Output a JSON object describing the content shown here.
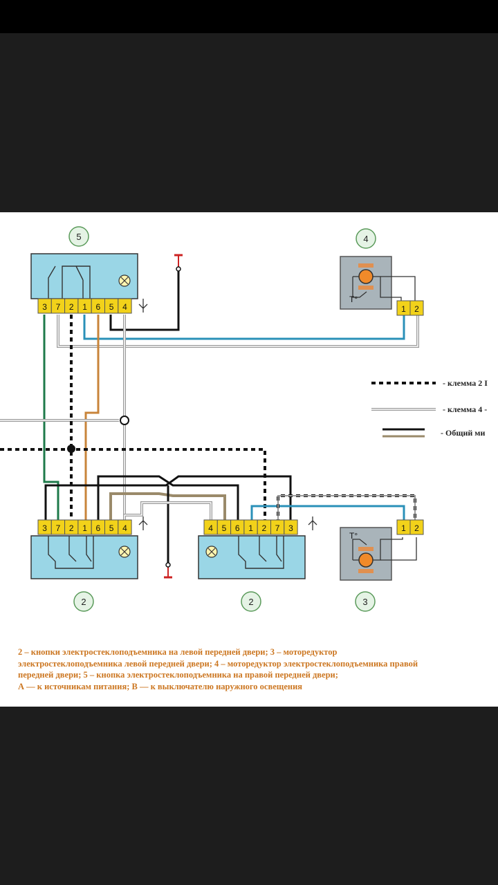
{
  "screen": {
    "background": "#1d1d1d",
    "topbar": "#000000"
  },
  "diagram": {
    "component_labels": {
      "top_switch": "5",
      "top_motor": "4",
      "bottom_left_switch": "2",
      "bottom_right_switch": "2",
      "bottom_motor": "3"
    },
    "top_switch_pins": [
      "3",
      "7",
      "2",
      "1",
      "6",
      "5",
      "4"
    ],
    "bottom_left_pins": [
      "3",
      "7",
      "2",
      "1",
      "6",
      "5",
      "4"
    ],
    "bottom_right_pins": [
      "4",
      "5",
      "6",
      "1",
      "2",
      "7",
      "3"
    ],
    "top_motor_pins": [
      "1",
      "2"
    ],
    "bottom_motor_pins": [
      "1",
      "2"
    ],
    "legend": [
      {
        "text": "- клемма 2 I",
        "style": "dashed-black"
      },
      {
        "text": "- клемма 4 -",
        "style": "double-grey"
      },
      {
        "text": "- Общий ми",
        "style": "black-brown"
      }
    ],
    "wire_colors": {
      "green": "#1e7a4a",
      "blue": "#2a90b8",
      "brown": "#c8843a",
      "grey": "#9a9a9a",
      "black": "#111111",
      "box_fill": "#9ad6e6",
      "pin_fill": "#f2d21a"
    },
    "caption": "2 – кнопки электростеклоподъемника на левой передней двери; 3 – моторедуктор\nэлектростеклоподъемника левой передней двери; 4 – моторедуктор электростеклоподъемника правой\nпередней двери; 5 – кнопка электростеклоподъемника на правой передней двери;\nА — к источникам питания; В — к выключателю наружного освещения"
  }
}
